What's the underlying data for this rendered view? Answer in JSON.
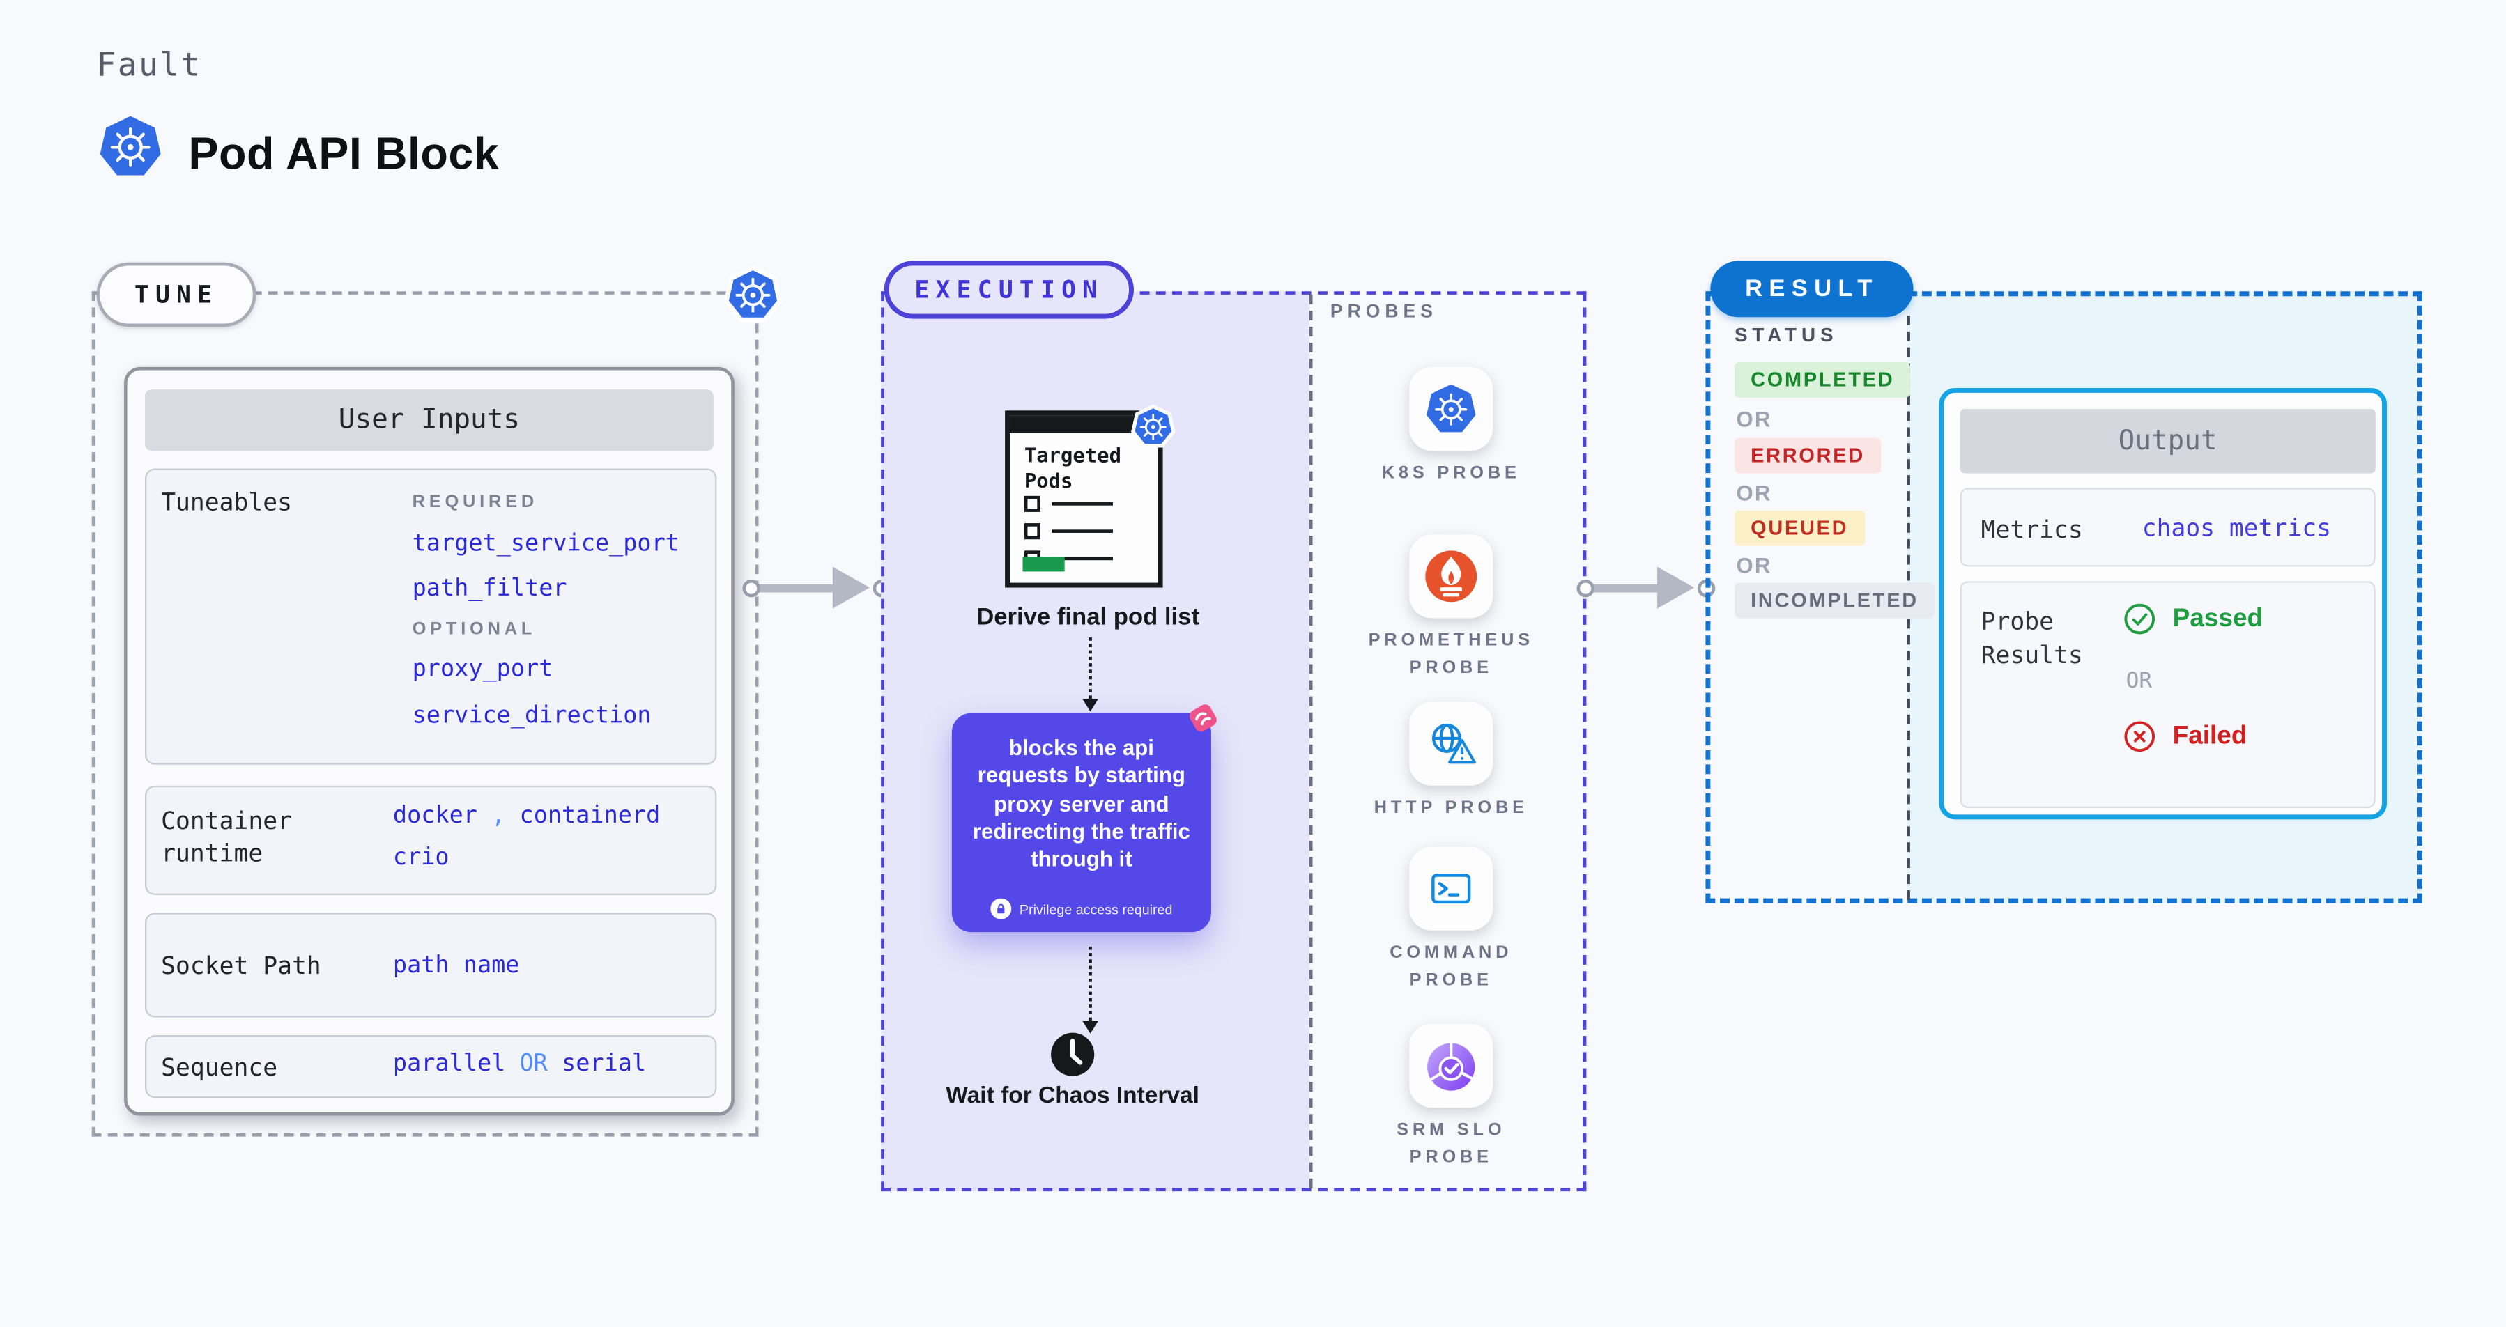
{
  "header": {
    "kicker": "Fault",
    "title": "Pod API Block",
    "logo_icon": "kubernetes-icon"
  },
  "tune": {
    "badge": "TUNE",
    "corner_icon": "kubernetes-icon",
    "user_inputs_title": "User Inputs",
    "tuneables": {
      "label": "Tuneables",
      "required_label": "REQUIRED",
      "required": [
        "target_service_port",
        "path_filter"
      ],
      "optional_label": "OPTIONAL",
      "optional": [
        "proxy_port",
        "service_direction"
      ]
    },
    "container_runtime": {
      "label": "Container runtime",
      "value_1": "docker",
      "separator": ",",
      "value_2": "containerd",
      "value_3": "crio"
    },
    "socket_path": {
      "label": "Socket Path",
      "value": "path name"
    },
    "sequence": {
      "label": "Sequence",
      "value_1": "parallel",
      "or": "OR",
      "value_2": "serial"
    }
  },
  "execution": {
    "badge": "EXECUTION",
    "targeted_pods": {
      "title": "Targeted Pods",
      "badge_icon": "kubernetes-icon"
    },
    "derive_label": "Derive final pod list",
    "action": {
      "text": "blocks the api requests by starting proxy server and redirecting the traffic through it",
      "privilege_note": "Privilege access required",
      "lock_icon": "lock-icon",
      "corner_icon": "chaos-icon"
    },
    "wait": {
      "label": "Wait for Chaos Interval",
      "icon": "clock-icon"
    }
  },
  "probes": {
    "label": "PROBES",
    "items": [
      {
        "name": "K8S PROBE",
        "icon": "kubernetes-icon"
      },
      {
        "name": "PROMETHEUS PROBE",
        "icon": "prometheus-icon"
      },
      {
        "name": "HTTP PROBE",
        "icon": "http-probe-icon"
      },
      {
        "name": "COMMAND PROBE",
        "icon": "terminal-icon"
      },
      {
        "name": "SRM SLO PROBE",
        "icon": "srm-slo-icon"
      }
    ]
  },
  "result": {
    "badge": "RESULT",
    "status": {
      "label": "STATUS",
      "or": "OR",
      "badges": [
        {
          "text": "COMPLETED",
          "style": "completed"
        },
        {
          "text": "ERRORED",
          "style": "errored"
        },
        {
          "text": "QUEUED",
          "style": "queued"
        },
        {
          "text": "INCOMPLETED",
          "style": "incompleted"
        }
      ]
    },
    "output": {
      "title": "Output",
      "metrics_label": "Metrics",
      "metrics_value": "chaos metrics",
      "probe_results_label": "Probe Results",
      "passed": "Passed",
      "or": "OR",
      "failed": "Failed",
      "passed_icon": "check-circle-icon",
      "failed_icon": "x-circle-icon"
    }
  },
  "colors": {
    "page_bg": "#f8f9fc",
    "indigo": "#4d43d8",
    "lavender": "#e6e5f9",
    "purple_card": "#5449e8",
    "result_blue": "#0e73d0",
    "cyan_border": "#14a4e6",
    "cyan_bg": "#e8f5fb",
    "value_blue": "#2a2ad8",
    "value_light_blue": "#4f8cf7",
    "green": "#1e9e3e",
    "red": "#d32121",
    "k8s_blue": "#326ce5",
    "prometheus_orange": "#e6522c",
    "pink": "#ef5389",
    "gray_arrow": "#b4b7c4"
  }
}
